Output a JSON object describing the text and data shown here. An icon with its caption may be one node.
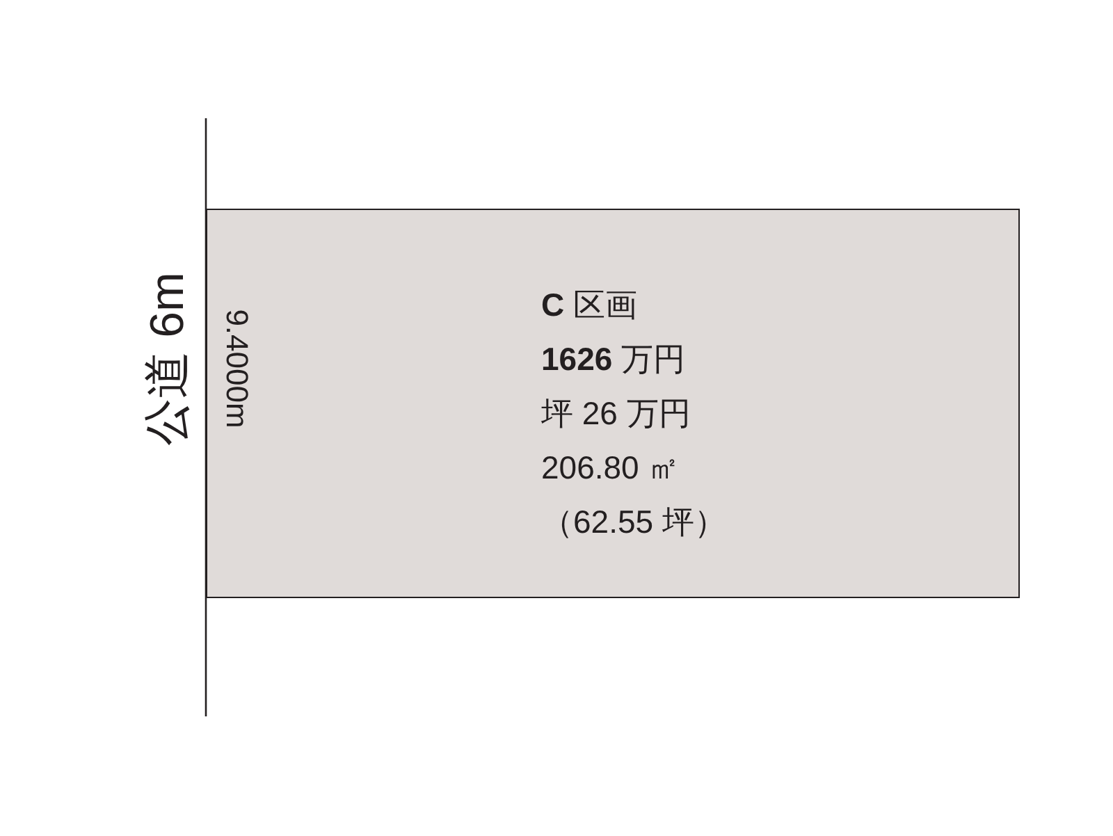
{
  "diagram": {
    "nodes": [
      {
        "text": [
          "**C** 区画",
          "**1626** 万円",
          "坪 26 万円",
          "206.80 ㎡",
          "（62.55 坪）"
        ]
      }
    ],
    "labels": [
      "公道 6m",
      "9.4000m"
    ]
  }
}
